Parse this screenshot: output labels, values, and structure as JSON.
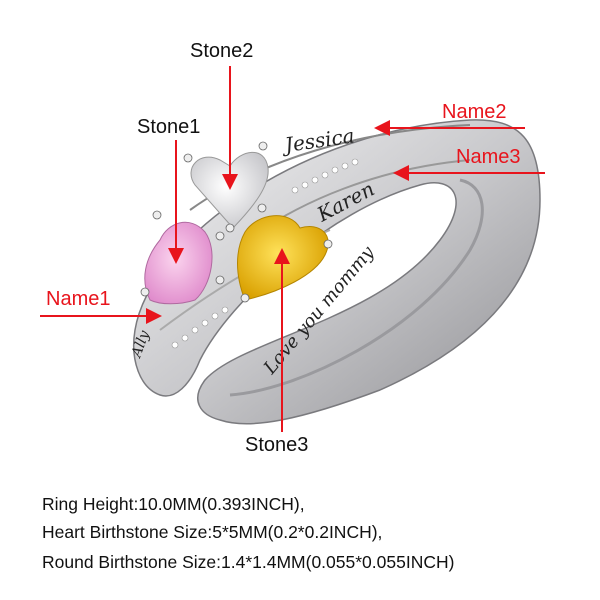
{
  "labels": {
    "stone1": "Stone1",
    "stone2": "Stone2",
    "stone3": "Stone3",
    "name1": "Name1",
    "name2": "Name2",
    "name3": "Name3"
  },
  "engravings": {
    "name1": "Ally",
    "name2": "Jessica",
    "name3": "Karen",
    "inner": "Love you mommy"
  },
  "specs": [
    "Ring Height:10.0MM(0.393INCH),",
    "Heart Birthstone Size:5*5MM(0.2*0.2INCH),",
    "Round Birthstone Size:1.4*1.4MM(0.055*0.055INCH)"
  ],
  "colors": {
    "arrow": "#e8141c",
    "stone1": "#f0a8d8",
    "stone2": "#e8e8ea",
    "stone3": "#f2c21a",
    "metal": "#d9d9dc"
  }
}
